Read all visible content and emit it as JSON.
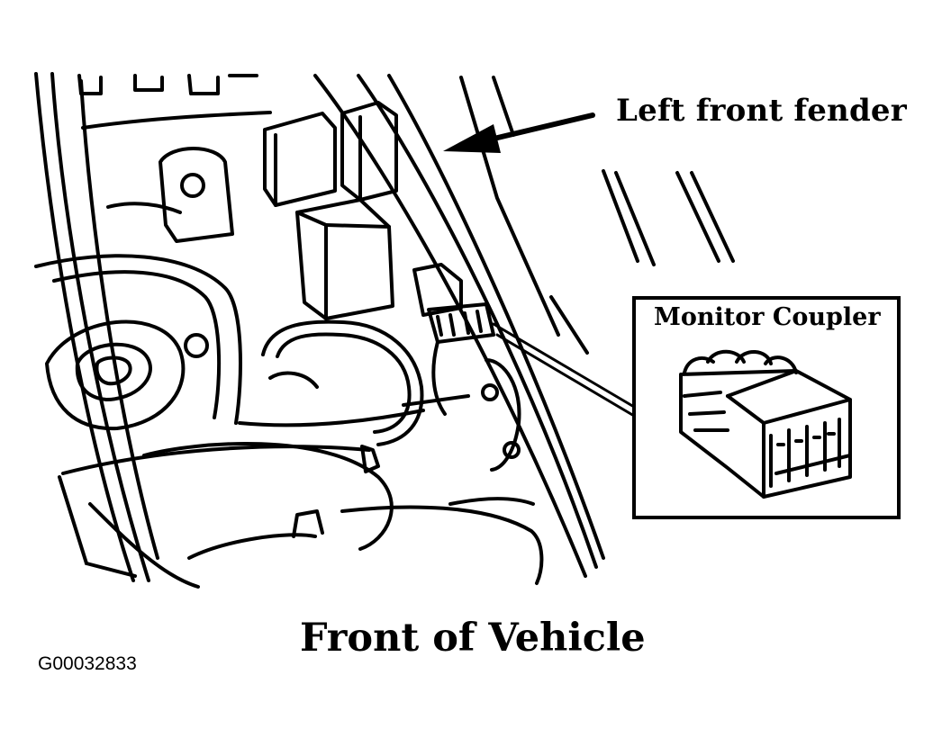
{
  "callouts": {
    "fender": "Left front fender",
    "coupler": "Monitor Coupler",
    "front": "Front of Vehicle"
  },
  "figure_id": "G00032833",
  "colors": {
    "ink": "#000000",
    "paper": "#ffffff"
  }
}
